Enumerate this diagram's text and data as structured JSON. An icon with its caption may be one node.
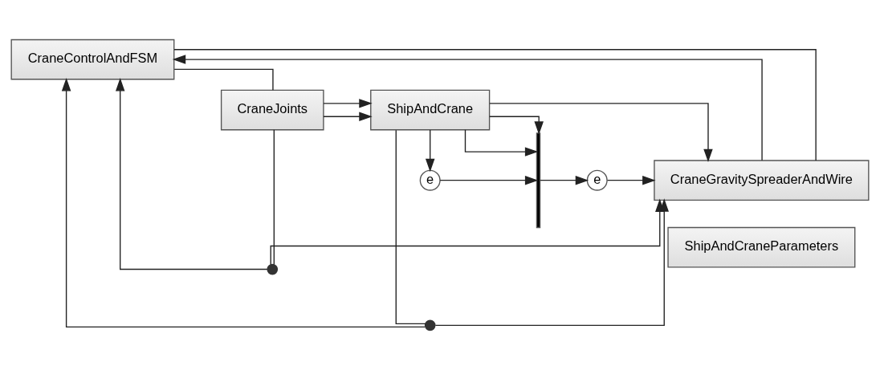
{
  "diagram": {
    "nodes": [
      {
        "text": [
          "ShipAndCraneParameters"
        ]
      },
      {
        "text": [
          "CraneGravitySpreaderAndWire"
        ]
      },
      {
        "text": [
          "CraneControlAndFSM"
        ]
      },
      {
        "text": [
          "CraneJoints"
        ]
      },
      {
        "text": [
          "ShipAndCrane"
        ]
      },
      {
        "text": [
          "e"
        ]
      },
      {
        "text": [
          "e"
        ]
      },
      {
        "text": [],
        "shape": "circle"
      },
      {
        "text": [],
        "shape": "circle"
      },
      {
        "text": [],
        "shape": "bar"
      }
    ],
    "edges": [
      {
        "from": 2,
        "to": 1,
        "arrow": "none"
      },
      {
        "from": 1,
        "to": 2,
        "arrow": "to"
      },
      {
        "from": 3,
        "to": 7,
        "arrow": "none"
      },
      {
        "from": 7,
        "to": 2,
        "arrow": "to"
      },
      {
        "from": 7,
        "to": 1,
        "arrow": "to"
      },
      {
        "from": 2,
        "to": 3,
        "arrow": "none"
      },
      {
        "from": 3,
        "to": 4,
        "arrow": "to"
      },
      {
        "from": 3,
        "to": 4,
        "arrow": "to"
      },
      {
        "from": 4,
        "to": 5,
        "arrow": "to"
      },
      {
        "from": 5,
        "to": 9,
        "arrow": "to"
      },
      {
        "from": 4,
        "to": 9,
        "arrow": "to"
      },
      {
        "from": 9,
        "to": 6,
        "arrow": "to"
      },
      {
        "from": 6,
        "to": 1,
        "arrow": "to"
      },
      {
        "from": 4,
        "to": 1,
        "arrow": "to"
      },
      {
        "from": 4,
        "to": 9,
        "arrow": "to"
      },
      {
        "from": 4,
        "to": 8,
        "arrow": "none"
      },
      {
        "from": 8,
        "to": 2,
        "arrow": "to"
      },
      {
        "from": 8,
        "to": 1,
        "arrow": "to"
      }
    ]
  }
}
